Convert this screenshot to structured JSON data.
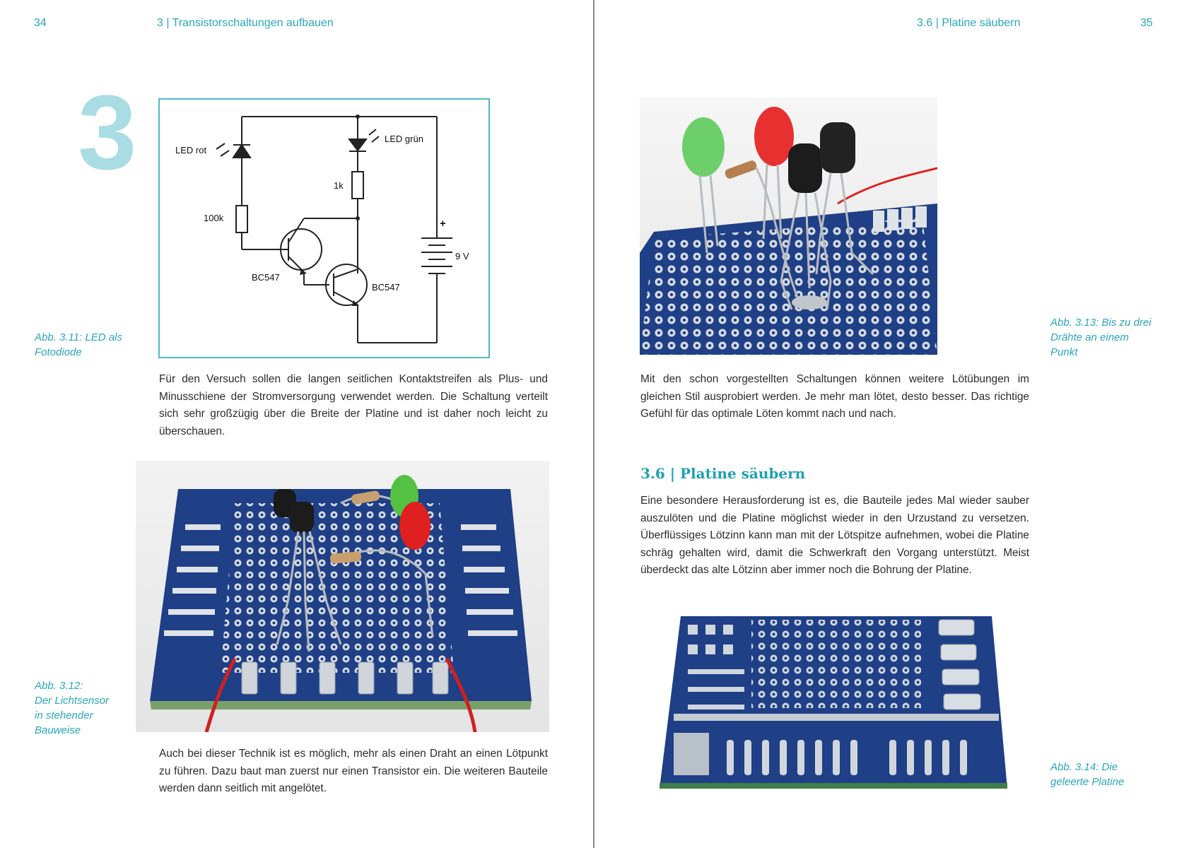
{
  "left": {
    "page_number": "34",
    "running_header": "3 | Transistorschaltungen aufbauen",
    "chapter_number": "3",
    "figures": [
      {
        "caption": [
          "Abb. 3.11: LED als",
          "Fotodiode"
        ],
        "schematic_labels": {
          "led_red": "LED rot",
          "led_green": "LED grün",
          "r1": "1k",
          "r2": "100k",
          "t1": "BC547",
          "t2": "BC547",
          "battery_plus": "+",
          "battery_voltage": "9 V"
        }
      },
      {
        "caption": [
          "Abb. 3.12:",
          "Der Lichtsensor",
          "in stehender",
          "Bauweise"
        ]
      }
    ],
    "paragraphs": [
      "Für den Versuch sollen die langen seitlichen Kontaktstreifen als Plus- und Minusschiene der Stromversorgung verwendet werden. Die Schaltung verteilt sich sehr großzügig über die Breite der Platine und ist daher noch leicht zu überschauen.",
      "Auch bei dieser Technik ist es möglich, mehr als einen Draht an einen Lötpunkt zu führen. Dazu baut man zuerst nur einen Transistor ein. Die weiteren Bauteile werden dann seitlich mit angelötet."
    ]
  },
  "right": {
    "page_number": "35",
    "running_header": "3.6 | Platine säubern",
    "section_heading": "3.6 | Platine säubern",
    "figures": [
      {
        "caption": [
          "Abb. 3.13: Bis zu drei",
          "Drähte an einem",
          "Punkt"
        ]
      },
      {
        "caption": [
          "Abb. 3.14: Die",
          "geleerte Platine"
        ]
      }
    ],
    "paragraphs": [
      "Mit den schon vorgestellten Schaltungen können weitere Lötübungen im gleichen Stil ausprobiert werden. Je mehr man lötet, desto besser. Das richtige Gefühl für das optimale Löten kommt nach und nach.",
      "Eine besondere Herausforderung ist es, die Bauteile jedes Mal wieder sauber auszulöten und die Platine möglichst wieder in den Urzustand zu versetzen. Überflüssiges Lötzinn kann man mit der Lötspitze aufnehmen, wobei die Platine schräg gehalten wird, damit die Schwerkraft den Vorgang unterstützt. Meist überdeckt das alte Lötzinn aber immer noch die Bohrung der Platine."
    ]
  },
  "colors": {
    "accent": "#2aa7b8",
    "chapter_number": "#a9dde3",
    "body_text": "#2b2b2b",
    "pcb_blue": "#1f3f86"
  }
}
